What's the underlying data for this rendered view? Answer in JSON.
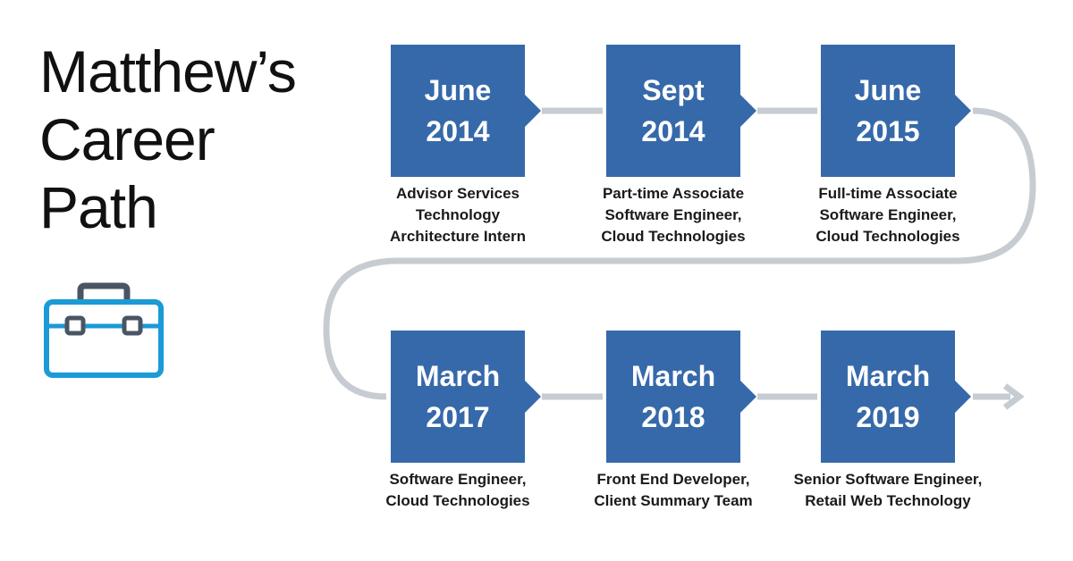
{
  "title": {
    "lines": [
      "Matthew’s",
      "Career",
      "Path"
    ]
  },
  "icons": {
    "briefcase": "briefcase-icon",
    "end_arrow": "arrow-right-icon"
  },
  "colors": {
    "box": "#3669aa",
    "connector": "#c6ccd2",
    "briefcase_body": "#1b9ad6",
    "briefcase_handle": "#4a5563",
    "text": "#1a1a1a"
  },
  "milestones": [
    {
      "month": "June",
      "year": "2014",
      "caption": [
        "Advisor Services",
        "Technology",
        "Architecture Intern"
      ]
    },
    {
      "month": "Sept",
      "year": "2014",
      "caption": [
        "Part-time Associate",
        "Software Engineer,",
        "Cloud Technologies"
      ]
    },
    {
      "month": "June",
      "year": "2015",
      "caption": [
        "Full-time Associate",
        "Software Engineer,",
        "Cloud Technologies"
      ]
    },
    {
      "month": "March",
      "year": "2017",
      "caption": [
        "Software Engineer,",
        "Cloud Technologies"
      ]
    },
    {
      "month": "March",
      "year": "2018",
      "caption": [
        "Front End Developer,",
        "Client Summary Team"
      ]
    },
    {
      "month": "March",
      "year": "2019",
      "caption": [
        "Senior Software Engineer,",
        "Retail Web Technology"
      ]
    }
  ]
}
